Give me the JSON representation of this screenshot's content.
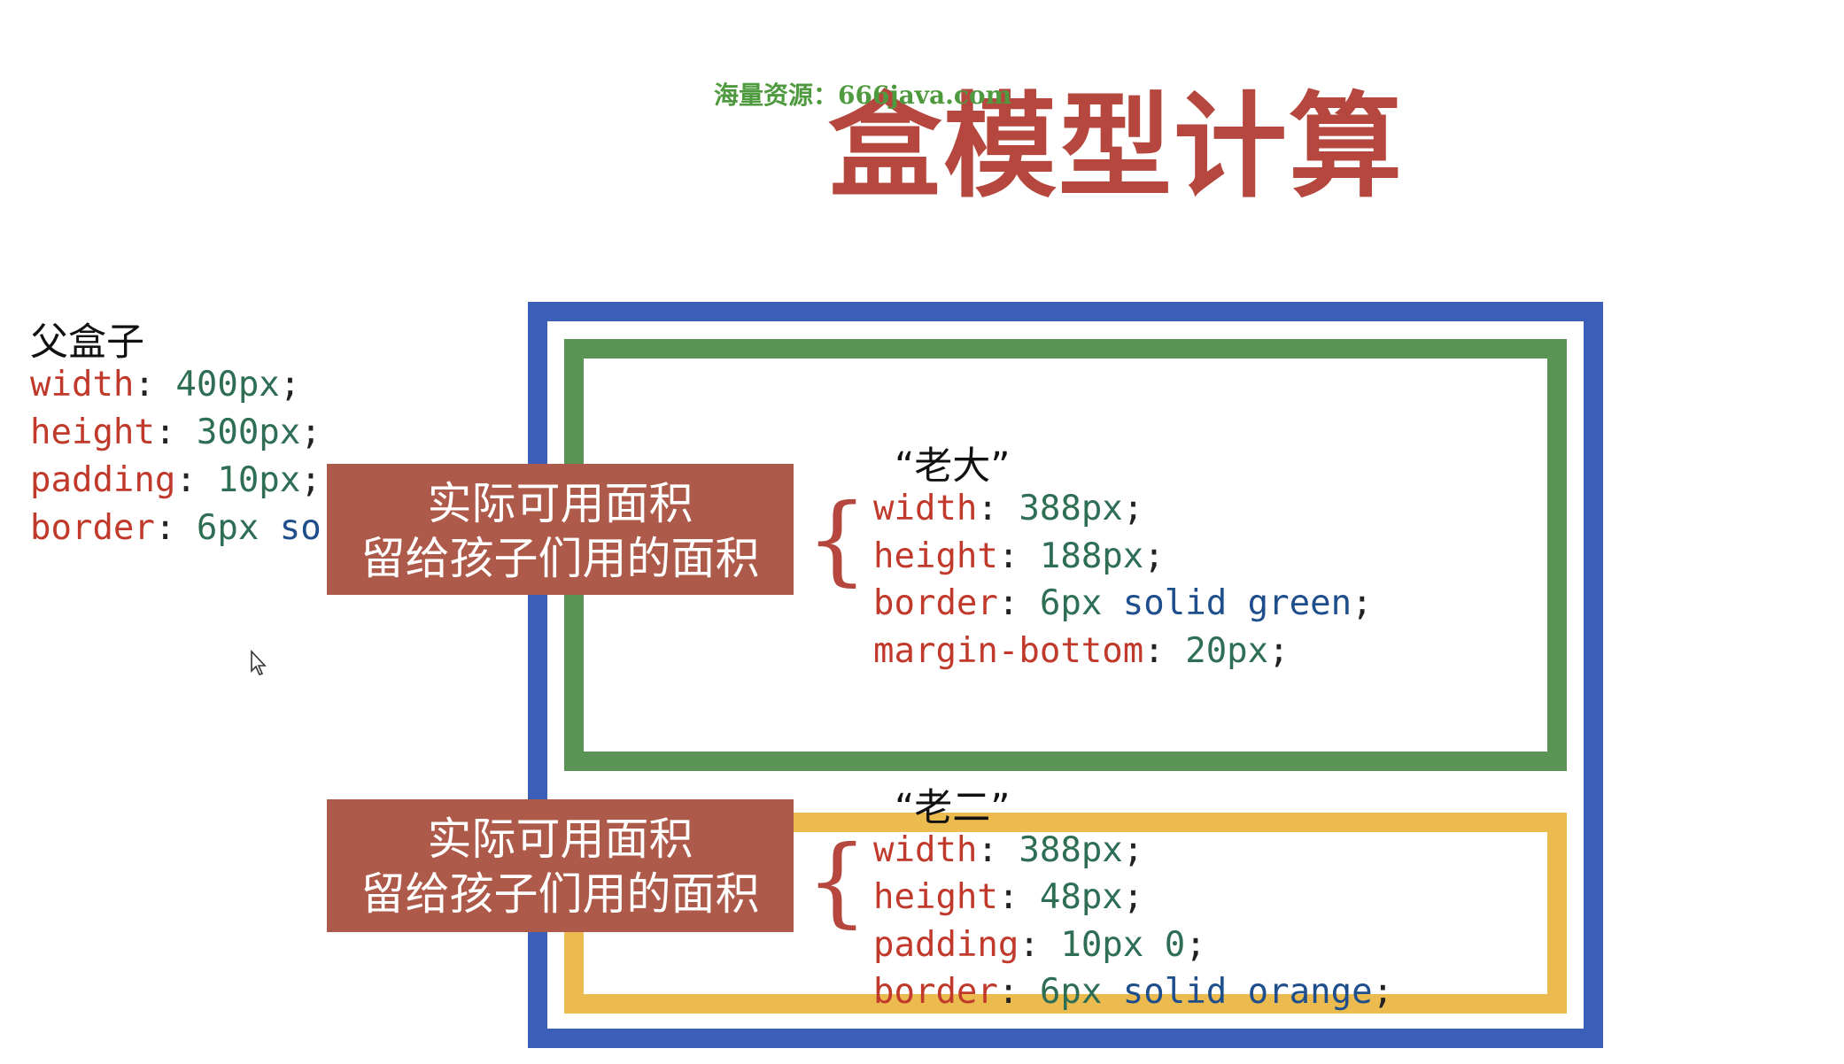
{
  "watermark": "海量资源：666java.com",
  "title": "盒模型计算",
  "parent": {
    "label": "父盒子",
    "lines": [
      {
        "prop": "width",
        "value": "400px",
        "end": ";"
      },
      {
        "prop": "height",
        "value": "300px",
        "end": ";"
      },
      {
        "prop": "padding",
        "value": "10px",
        "end": ";"
      },
      {
        "prop": "border",
        "value": "6px",
        "kw": "so",
        "end": ""
      }
    ]
  },
  "child1": {
    "title": "“老大”",
    "lines": [
      {
        "prop": "width",
        "value": "388px",
        "end": ";"
      },
      {
        "prop": "height",
        "value": "188px",
        "end": ";"
      },
      {
        "prop": "border",
        "value": "6px",
        "kw": "solid green",
        "end": ";"
      },
      {
        "prop": "margin-bottom",
        "value": "20px",
        "end": ";"
      }
    ]
  },
  "child2": {
    "title": "“老二”",
    "lines": [
      {
        "prop": "width",
        "value": "388px",
        "end": ";"
      },
      {
        "prop": "height",
        "value": "48px",
        "end": ";"
      },
      {
        "prop": "padding",
        "value": "10px 0",
        "end": ";"
      },
      {
        "prop": "border",
        "value": "6px",
        "kw": "solid orange",
        "end": ";"
      }
    ]
  },
  "label1": {
    "line1": "实际可用面积",
    "line2": "留给孩子们用的面积"
  },
  "label2": {
    "line1": "实际可用面积",
    "line2": "留给孩子们用的面积"
  },
  "brace": "{",
  "colors": {
    "parent_border": "#3b5fb8",
    "child1_border": "#5a9454",
    "child2_border": "#ecbb4f",
    "label_bg": "#ae5a4b",
    "title": "#b5473e"
  }
}
